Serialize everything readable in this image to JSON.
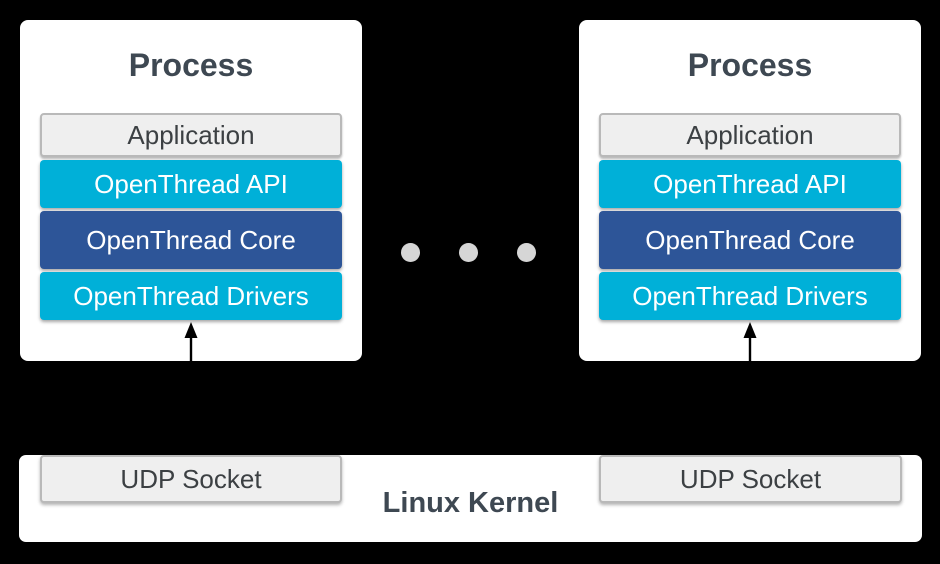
{
  "diagram": {
    "processes": [
      {
        "title": "Process",
        "layers": [
          {
            "label": "Application"
          },
          {
            "label": "OpenThread API"
          },
          {
            "label": "OpenThread Core"
          },
          {
            "label": "OpenThread Drivers"
          }
        ]
      },
      {
        "title": "Process",
        "layers": [
          {
            "label": "Application"
          },
          {
            "label": "OpenThread API"
          },
          {
            "label": "OpenThread Core"
          },
          {
            "label": "OpenThread Drivers"
          }
        ]
      }
    ],
    "ellipsis": {
      "dot_count": 3
    },
    "arrows": {
      "count": 2,
      "direction": "up"
    },
    "kernel": {
      "label": "Linux Kernel",
      "sockets": [
        {
          "label": "UDP Socket"
        },
        {
          "label": "UDP Socket"
        }
      ]
    },
    "colors": {
      "background": "#000000",
      "card": "#ffffff",
      "cyan": "#00b0d8",
      "core-blue": "#2d5598",
      "box-gray": "#efefef",
      "box-border": "#b9b9b9",
      "title-text": "#3e4852",
      "box-text": "#3c4043",
      "dot": "#d6d6d6",
      "arrow": "#000000"
    }
  }
}
